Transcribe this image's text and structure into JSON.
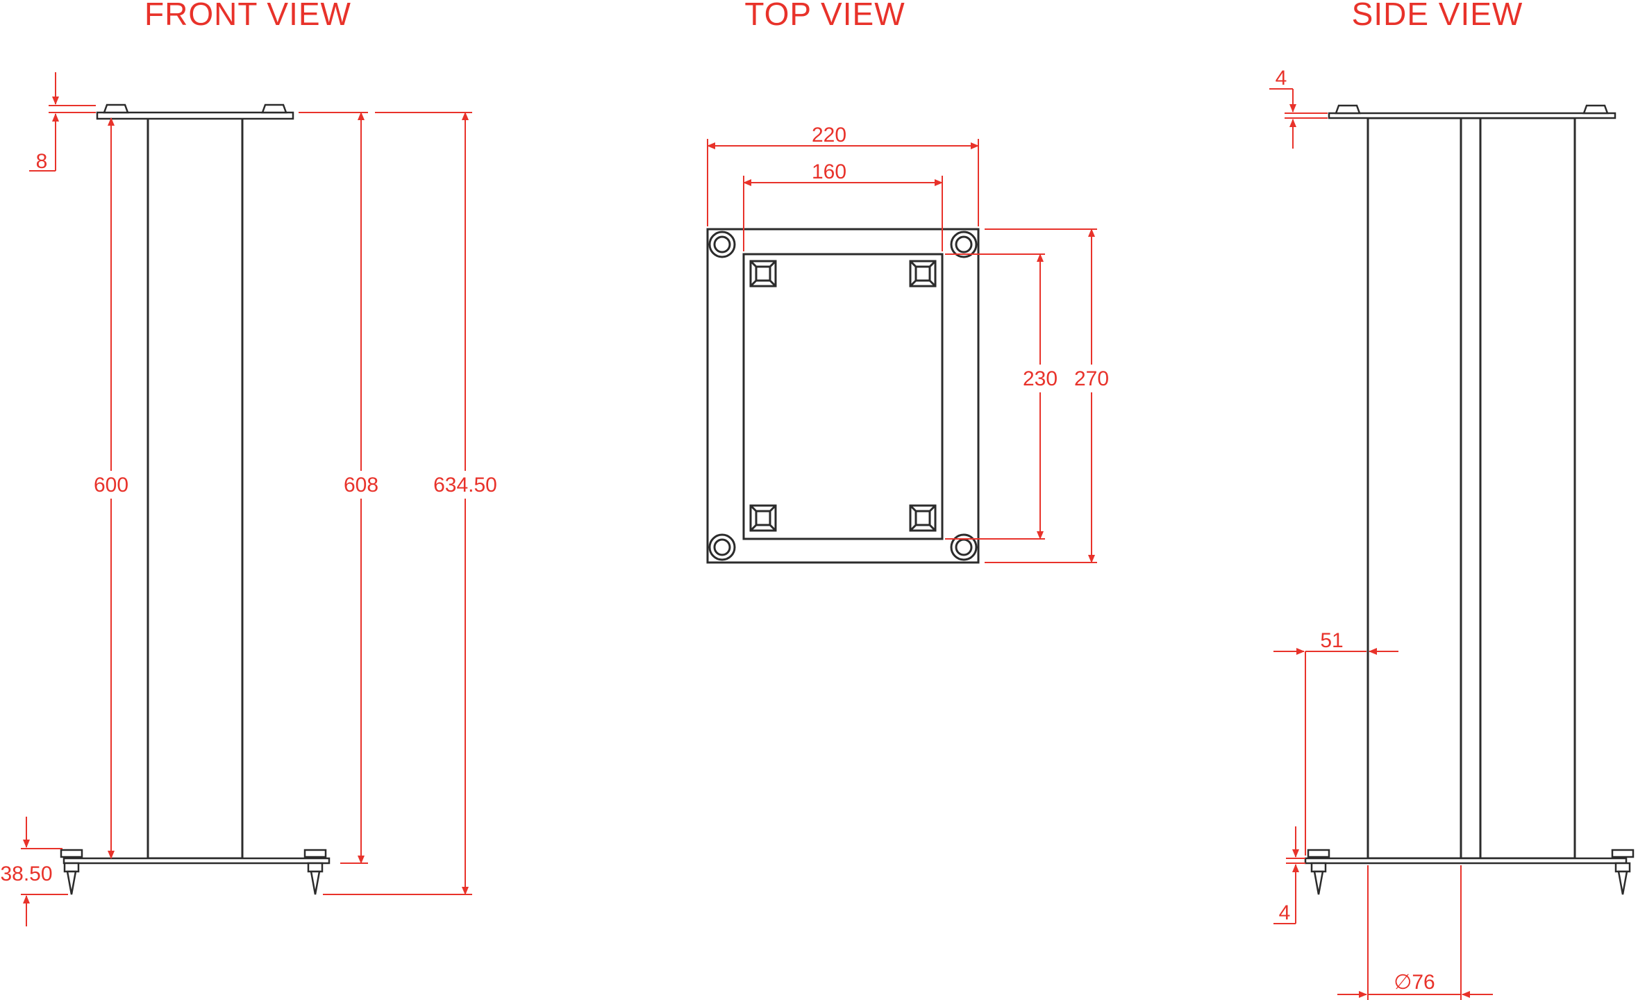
{
  "views": {
    "front": {
      "title": "FRONT VIEW",
      "dims": {
        "top_plate": "8",
        "column": "600",
        "mid_height": "608",
        "total_height": "634.50",
        "bottom_spike": "38.50"
      }
    },
    "top": {
      "title": "TOP VIEW",
      "dims": {
        "outer_width": "220",
        "inner_width": "160",
        "inner_depth": "230",
        "outer_depth": "270"
      }
    },
    "side": {
      "title": "SIDE VIEW",
      "dims": {
        "top_plate": "4",
        "offset": "51",
        "bottom_plate": "4",
        "diameter": "∅76"
      }
    }
  },
  "colors": {
    "dimension": "#e8322a",
    "outline": "#2b2b2b"
  }
}
